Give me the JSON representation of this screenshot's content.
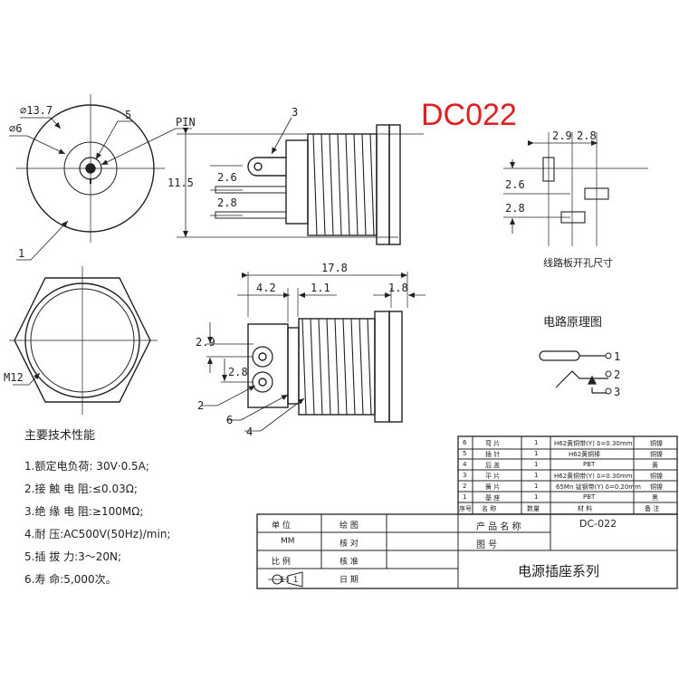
{
  "title": "DC022",
  "front_view": {
    "dia_outer": "⌀13.7",
    "dia_inner": "⌀6",
    "label_5": "5",
    "label_pin": "PIN",
    "label_1": "1"
  },
  "side_view": {
    "label_3": "3",
    "dim_height": "11.5",
    "dim_a": "2.6",
    "dim_b": "2.8"
  },
  "hex_view": {
    "label_thread": "M12"
  },
  "bottom_view": {
    "dim_total": "17.8",
    "dim_a": "4.2",
    "dim_b": "1.1",
    "dim_c": "1.8",
    "dim_d": "2.9",
    "dim_e": "2.8",
    "label_2": "2",
    "label_6": "6",
    "label_4": "4"
  },
  "pcb_layout": {
    "dim_x1": "2.9",
    "dim_x2": "2.8",
    "dim_y1": "2.6",
    "dim_y2": "2.8",
    "caption": "线路板开孔尺寸"
  },
  "schematic": {
    "caption": "电路原理图",
    "pins": [
      "1",
      "2",
      "3"
    ]
  },
  "specs": {
    "heading": "主要技术性能",
    "items": [
      "1.额定电负荷:  30V·0.5A;",
      "2.接 触 电 阻:≤0.03Ω;",
      "3.绝 缘 电 阻:≥100MΩ;",
      "4.耐         压:AC500V(50Hz)/min;",
      "5.插  拔     力:3～20N;",
      "6.寿         命:5,000次。"
    ]
  },
  "parts_table": {
    "rows": [
      {
        "no": "6",
        "name": "弯    片",
        "qty": "1",
        "material": "H62黄铜带(Y) δ=0.30mm",
        "note": "铜镍"
      },
      {
        "no": "5",
        "name": "插    针",
        "qty": "1",
        "material": "H62黄铜棒",
        "note": "铜镍"
      },
      {
        "no": "4",
        "name": "后    盖",
        "qty": "1",
        "material": "PBT",
        "note": "黄"
      },
      {
        "no": "3",
        "name": "平    片",
        "qty": "1",
        "material": "H62黄铜带(Y) δ=0.30mm",
        "note": "铜镍"
      },
      {
        "no": "2",
        "name": "簧    片",
        "qty": "1",
        "material": "65Mn 锰钢带(Y) δ=0.20mm",
        "note": "铜镍"
      },
      {
        "no": "1",
        "name": "基    座",
        "qty": "1",
        "material": "PBT",
        "note": "黑"
      }
    ],
    "header": {
      "no": "序号",
      "name": "名    称",
      "qty": "数量",
      "material": "材    料",
      "note": "备  注"
    }
  },
  "title_block": {
    "unit": "单    位",
    "unit_value": "MM",
    "scale": "比    例",
    "scale_value": "1：1",
    "draw": "绘    图",
    "check": "核    对",
    "approve": "核    准",
    "date": "日    期",
    "product_name_label": "产 品 名 称",
    "product_name": "DC-022",
    "drawing_no_label": "图        号",
    "series": "电源插座系列"
  }
}
